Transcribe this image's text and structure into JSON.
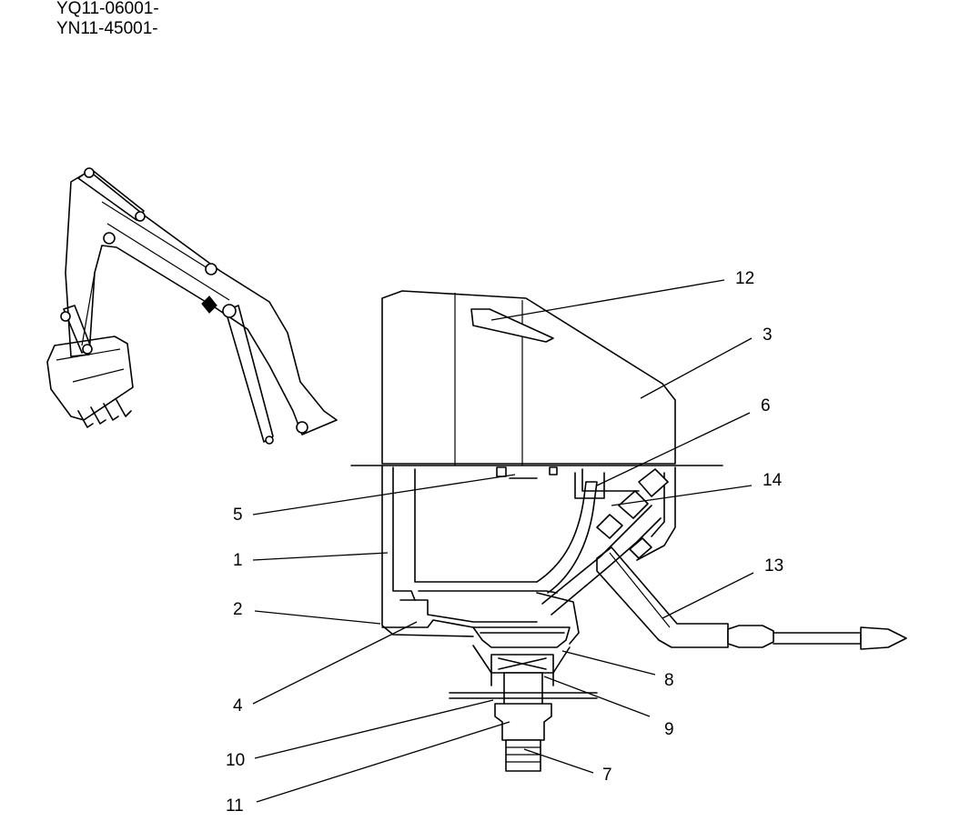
{
  "serials": [
    "YQ11-06001-",
    "YN11-45001-"
  ],
  "callouts": {
    "c1": "1",
    "c2": "2",
    "c3": "3",
    "c4": "4",
    "c5": "5",
    "c6": "6",
    "c7": "7",
    "c8": "8",
    "c9": "9",
    "c10": "10",
    "c11": "11",
    "c12": "12",
    "c13": "13",
    "c14": "14"
  }
}
